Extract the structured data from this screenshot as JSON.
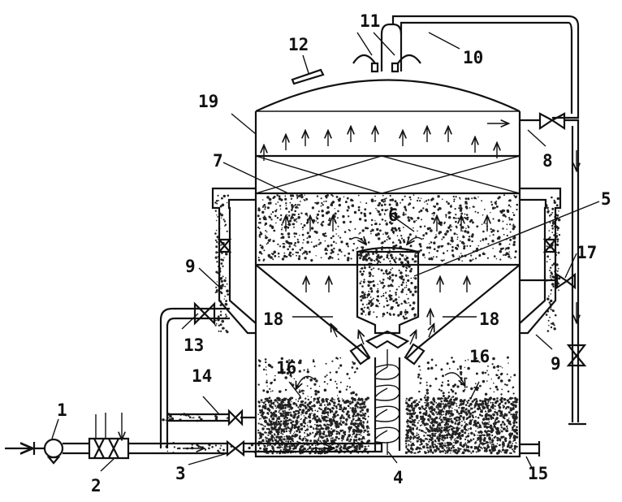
{
  "diagram": {
    "labels": {
      "n1": "1",
      "n2": "2",
      "n3": "3",
      "n4": "4",
      "n5": "5",
      "n6": "6",
      "n7": "7",
      "n8": "8",
      "n9a": "9",
      "n9b": "9",
      "n10": "10",
      "n11": "11",
      "n12": "12",
      "n13": "13",
      "n14": "14",
      "n15": "15",
      "n16a": "16",
      "n16b": "16",
      "n17": "17",
      "n18a": "18",
      "n18b": "18",
      "n19": "19"
    }
  }
}
